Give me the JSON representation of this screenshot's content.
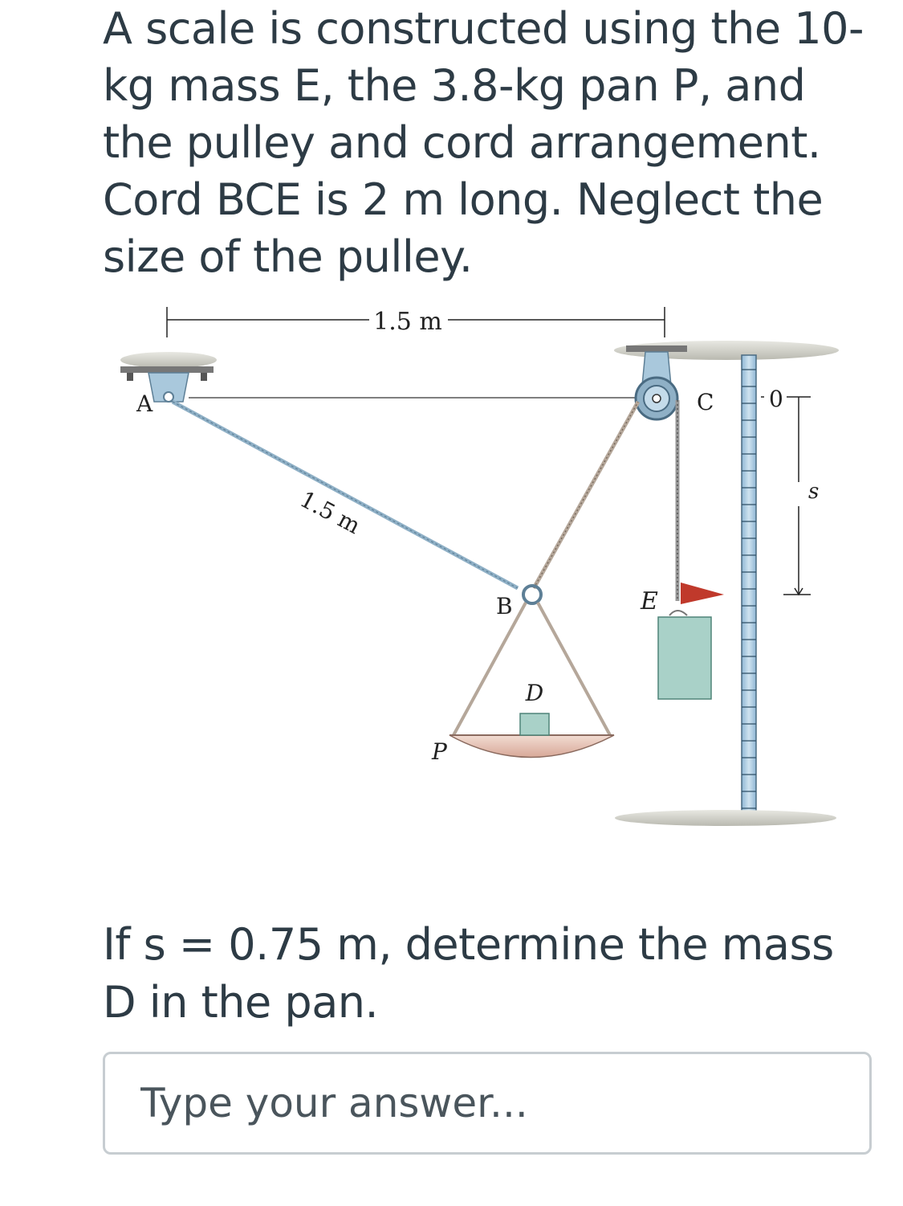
{
  "problem": {
    "statement": "A scale is constructed using the 10-kg mass E, the 3.8-kg pan P, and the pulley and cord arrangement. Cord BCE is 2 m long. Neglect the size of the pulley."
  },
  "figure": {
    "dim_top": "1.5 m",
    "dim_cord": "1.5 m",
    "label_a": "A",
    "label_b": "B",
    "label_c": "C",
    "label_d": "D",
    "label_e": "E",
    "label_p": "P",
    "label_zero": "0",
    "label_s": "s"
  },
  "question": {
    "text": "If s = 0.75 m, determine the mass D in the pan."
  },
  "answer": {
    "placeholder": "Type your answer..."
  },
  "colors": {
    "text": "#2d3b45",
    "steel_blue": "#a9c8dc",
    "mass_green": "#a9d1c8",
    "pointer_red": "#c0392b",
    "pan": "#e3c2b4"
  }
}
